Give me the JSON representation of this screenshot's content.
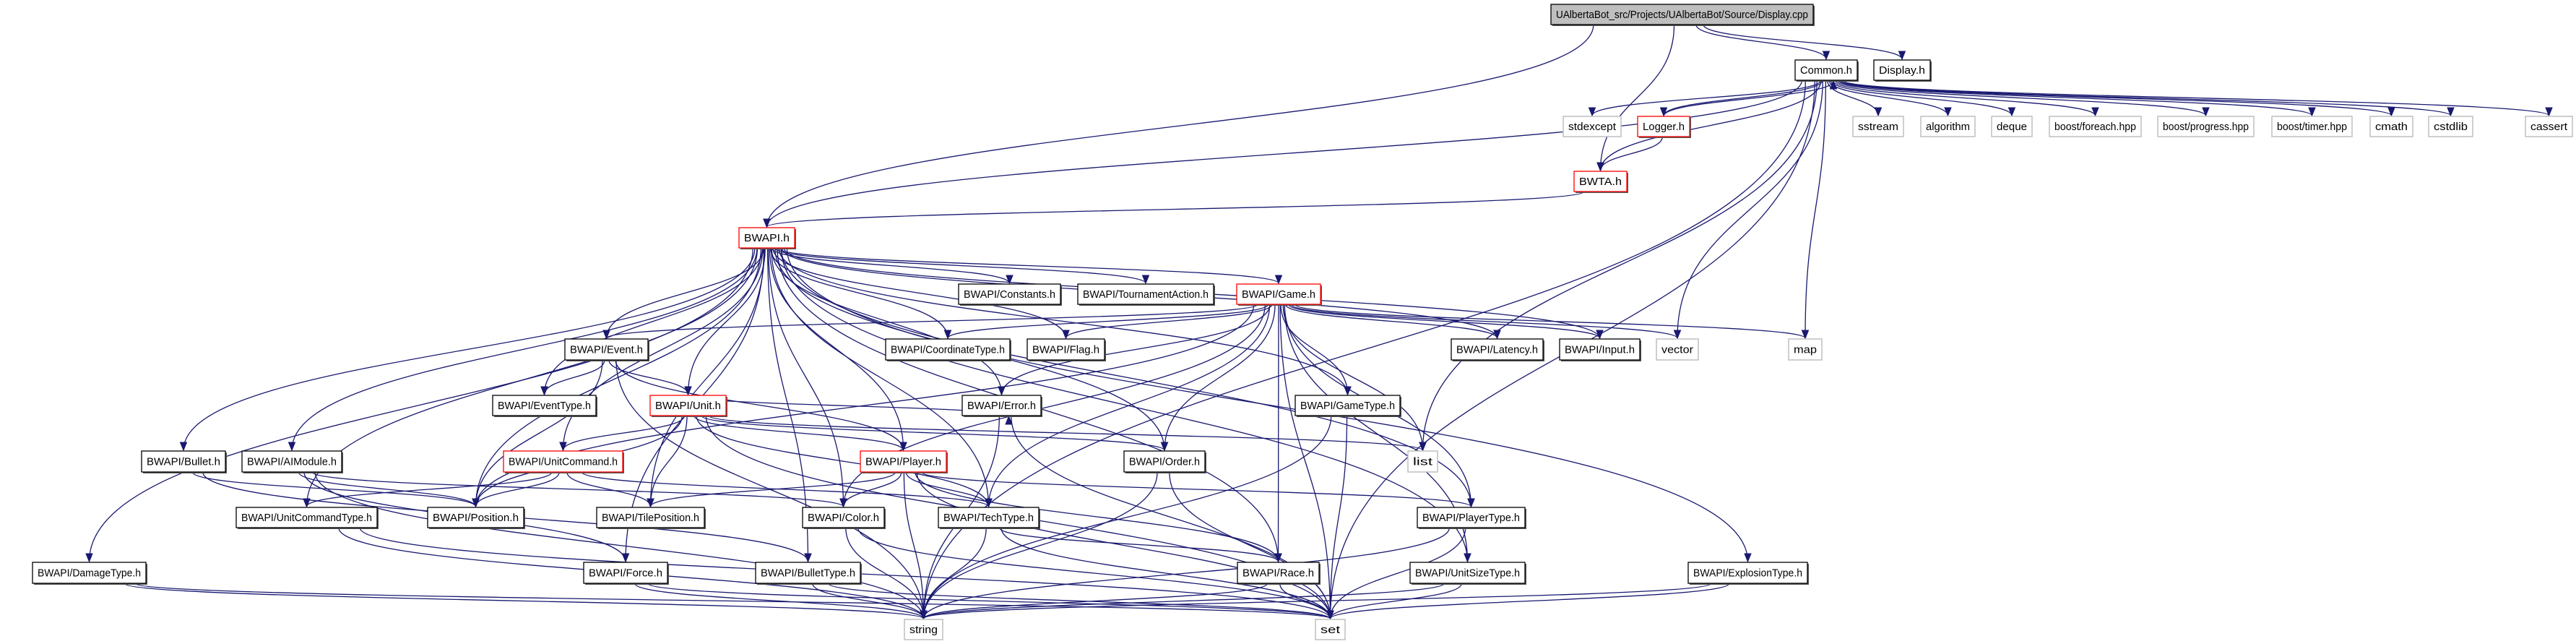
{
  "colors": {
    "edge": "#191970",
    "root_fill": "#bfbfbf",
    "normal_border": "#000000",
    "highlight_border": "#ff0000",
    "external_border": "#bfbfbf"
  },
  "nodes": {
    "root": {
      "label": "UAlbertaBot_src/Projects/UAlbertaBot/Source/Display.cpp",
      "kind": "root"
    },
    "common": {
      "label": "Common.h",
      "kind": "normal"
    },
    "display": {
      "label": "Display.h",
      "kind": "normal"
    },
    "stdexcept": {
      "label": "stdexcept",
      "kind": "external"
    },
    "logger": {
      "label": "Logger.h",
      "kind": "highlight"
    },
    "sstream": {
      "label": "sstream",
      "kind": "external"
    },
    "algorithm": {
      "label": "algorithm",
      "kind": "external"
    },
    "deque": {
      "label": "deque",
      "kind": "external"
    },
    "foreach": {
      "label": "boost/foreach.hpp",
      "kind": "external"
    },
    "progress": {
      "label": "boost/progress.hpp",
      "kind": "external"
    },
    "timer": {
      "label": "boost/timer.hpp",
      "kind": "external"
    },
    "cmath": {
      "label": "cmath",
      "kind": "external"
    },
    "cstdlib": {
      "label": "cstdlib",
      "kind": "external"
    },
    "cassert": {
      "label": "cassert",
      "kind": "external"
    },
    "bwta": {
      "label": "BWTA.h",
      "kind": "highlight"
    },
    "bwapi": {
      "label": "BWAPI.h",
      "kind": "highlight"
    },
    "constants": {
      "label": "BWAPI/Constants.h",
      "kind": "normal"
    },
    "tournament": {
      "label": "BWAPI/TournamentAction.h",
      "kind": "normal"
    },
    "game": {
      "label": "BWAPI/Game.h",
      "kind": "highlight"
    },
    "event": {
      "label": "BWAPI/Event.h",
      "kind": "normal"
    },
    "coord": {
      "label": "BWAPI/CoordinateType.h",
      "kind": "normal"
    },
    "flag": {
      "label": "BWAPI/Flag.h",
      "kind": "normal"
    },
    "latency": {
      "label": "BWAPI/Latency.h",
      "kind": "normal"
    },
    "input": {
      "label": "BWAPI/Input.h",
      "kind": "normal"
    },
    "vector": {
      "label": "vector",
      "kind": "external"
    },
    "map": {
      "label": "map",
      "kind": "external"
    },
    "eventtype": {
      "label": "BWAPI/EventType.h",
      "kind": "normal"
    },
    "unit": {
      "label": "BWAPI/Unit.h",
      "kind": "highlight"
    },
    "error": {
      "label": "BWAPI/Error.h",
      "kind": "normal"
    },
    "gametype": {
      "label": "BWAPI/GameType.h",
      "kind": "normal"
    },
    "bullet": {
      "label": "BWAPI/Bullet.h",
      "kind": "normal"
    },
    "aimodule": {
      "label": "BWAPI/AIModule.h",
      "kind": "normal"
    },
    "unitcommand": {
      "label": "BWAPI/UnitCommand.h",
      "kind": "highlight"
    },
    "player": {
      "label": "BWAPI/Player.h",
      "kind": "highlight"
    },
    "order": {
      "label": "BWAPI/Order.h",
      "kind": "normal"
    },
    "list": {
      "label": "list",
      "kind": "external"
    },
    "unitcommandtype": {
      "label": "BWAPI/UnitCommandType.h",
      "kind": "normal"
    },
    "position": {
      "label": "BWAPI/Position.h",
      "kind": "normal"
    },
    "tileposition": {
      "label": "BWAPI/TilePosition.h",
      "kind": "normal"
    },
    "color": {
      "label": "BWAPI/Color.h",
      "kind": "normal"
    },
    "techtype": {
      "label": "BWAPI/TechType.h",
      "kind": "normal"
    },
    "playertype": {
      "label": "BWAPI/PlayerType.h",
      "kind": "normal"
    },
    "damagetype": {
      "label": "BWAPI/DamageType.h",
      "kind": "normal"
    },
    "force": {
      "label": "BWAPI/Force.h",
      "kind": "normal"
    },
    "bullettype": {
      "label": "BWAPI/BulletType.h",
      "kind": "normal"
    },
    "race": {
      "label": "BWAPI/Race.h",
      "kind": "normal"
    },
    "unitsizetype": {
      "label": "BWAPI/UnitSizeType.h",
      "kind": "normal"
    },
    "explosiontype": {
      "label": "BWAPI/ExplosionType.h",
      "kind": "normal"
    },
    "string": {
      "label": "string",
      "kind": "external"
    },
    "set": {
      "label": "set",
      "kind": "external"
    }
  },
  "edges": [
    [
      "root",
      "bwapi"
    ],
    [
      "root",
      "bwta"
    ],
    [
      "root",
      "common"
    ],
    [
      "root",
      "display"
    ],
    [
      "common",
      "string"
    ],
    [
      "common",
      "bwapi"
    ],
    [
      "common",
      "stdexcept"
    ],
    [
      "common",
      "logger"
    ],
    [
      "common",
      "bwta"
    ],
    [
      "common",
      "sstream"
    ],
    [
      "common",
      "algorithm"
    ],
    [
      "common",
      "deque"
    ],
    [
      "common",
      "foreach"
    ],
    [
      "common",
      "progress"
    ],
    [
      "common",
      "timer"
    ],
    [
      "common",
      "cmath"
    ],
    [
      "common",
      "cstdlib"
    ],
    [
      "common",
      "cassert"
    ],
    [
      "common",
      "vector"
    ],
    [
      "common",
      "map"
    ],
    [
      "common",
      "list"
    ],
    [
      "common",
      "set"
    ],
    [
      "logger",
      "common"
    ],
    [
      "logger",
      "bwta"
    ],
    [
      "bwta",
      "bwapi"
    ],
    [
      "bwapi",
      "constants"
    ],
    [
      "bwapi",
      "tournament"
    ],
    [
      "bwapi",
      "game"
    ],
    [
      "bwapi",
      "event"
    ],
    [
      "bwapi",
      "coord"
    ],
    [
      "bwapi",
      "flag"
    ],
    [
      "bwapi",
      "latency"
    ],
    [
      "bwapi",
      "input"
    ],
    [
      "bwapi",
      "eventtype"
    ],
    [
      "bwapi",
      "unit"
    ],
    [
      "bwapi",
      "error"
    ],
    [
      "bwapi",
      "gametype"
    ],
    [
      "bwapi",
      "bullet"
    ],
    [
      "bwapi",
      "aimodule"
    ],
    [
      "bwapi",
      "unitcommand"
    ],
    [
      "bwapi",
      "player"
    ],
    [
      "bwapi",
      "order"
    ],
    [
      "bwapi",
      "position"
    ],
    [
      "bwapi",
      "unitcommandtype"
    ],
    [
      "bwapi",
      "tileposition"
    ],
    [
      "bwapi",
      "color"
    ],
    [
      "bwapi",
      "techtype"
    ],
    [
      "bwapi",
      "playertype"
    ],
    [
      "bwapi",
      "damagetype"
    ],
    [
      "bwapi",
      "force"
    ],
    [
      "bwapi",
      "bullettype"
    ],
    [
      "bwapi",
      "race"
    ],
    [
      "bwapi",
      "unitsizetype"
    ],
    [
      "bwapi",
      "explosiontype"
    ],
    [
      "game",
      "event"
    ],
    [
      "game",
      "coord"
    ],
    [
      "game",
      "flag"
    ],
    [
      "game",
      "latency"
    ],
    [
      "game",
      "input"
    ],
    [
      "game",
      "vector"
    ],
    [
      "game",
      "map"
    ],
    [
      "game",
      "list"
    ],
    [
      "game",
      "set"
    ],
    [
      "game",
      "gametype"
    ],
    [
      "game",
      "error"
    ],
    [
      "game",
      "order"
    ],
    [
      "game",
      "position"
    ],
    [
      "game",
      "color"
    ],
    [
      "game",
      "techtype"
    ],
    [
      "game",
      "race"
    ],
    [
      "game",
      "playertype"
    ],
    [
      "game",
      "unitsizetype"
    ],
    [
      "event",
      "eventtype"
    ],
    [
      "event",
      "unit"
    ],
    [
      "event",
      "position"
    ],
    [
      "event",
      "string"
    ],
    [
      "event",
      "player"
    ],
    [
      "unit",
      "unitcommand"
    ],
    [
      "unit",
      "position"
    ],
    [
      "unit",
      "tileposition"
    ],
    [
      "unit",
      "order"
    ],
    [
      "unit",
      "techtype"
    ],
    [
      "unit",
      "list"
    ],
    [
      "unit",
      "error"
    ],
    [
      "unit",
      "set"
    ],
    [
      "unit",
      "player"
    ],
    [
      "error",
      "string"
    ],
    [
      "error",
      "set"
    ],
    [
      "gametype",
      "string"
    ],
    [
      "gametype",
      "set"
    ],
    [
      "order",
      "string"
    ],
    [
      "order",
      "set"
    ],
    [
      "unitcommand",
      "unitcommandtype"
    ],
    [
      "unitcommand",
      "position"
    ],
    [
      "unitcommand",
      "tileposition"
    ],
    [
      "unitcommand",
      "techtype"
    ],
    [
      "player",
      "color"
    ],
    [
      "player",
      "techtype"
    ],
    [
      "player",
      "playertype"
    ],
    [
      "player",
      "race"
    ],
    [
      "player",
      "tileposition"
    ],
    [
      "player",
      "string"
    ],
    [
      "player",
      "set"
    ],
    [
      "bullet",
      "position"
    ],
    [
      "bullet",
      "bullettype"
    ],
    [
      "aimodule",
      "position"
    ],
    [
      "aimodule",
      "color"
    ],
    [
      "aimodule",
      "string"
    ],
    [
      "aimodule",
      "force"
    ],
    [
      "unitcommandtype",
      "string"
    ],
    [
      "unitcommandtype",
      "set"
    ],
    [
      "color",
      "string"
    ],
    [
      "color",
      "set"
    ],
    [
      "techtype",
      "race"
    ],
    [
      "techtype",
      "string"
    ],
    [
      "techtype",
      "set"
    ],
    [
      "playertype",
      "string"
    ],
    [
      "playertype",
      "set"
    ],
    [
      "damagetype",
      "string"
    ],
    [
      "damagetype",
      "set"
    ],
    [
      "force",
      "string"
    ],
    [
      "force",
      "set"
    ],
    [
      "bullettype",
      "string"
    ],
    [
      "bullettype",
      "set"
    ],
    [
      "race",
      "string"
    ],
    [
      "race",
      "set"
    ],
    [
      "unitsizetype",
      "string"
    ],
    [
      "unitsizetype",
      "set"
    ],
    [
      "explosiontype",
      "string"
    ],
    [
      "explosiontype",
      "set"
    ]
  ]
}
